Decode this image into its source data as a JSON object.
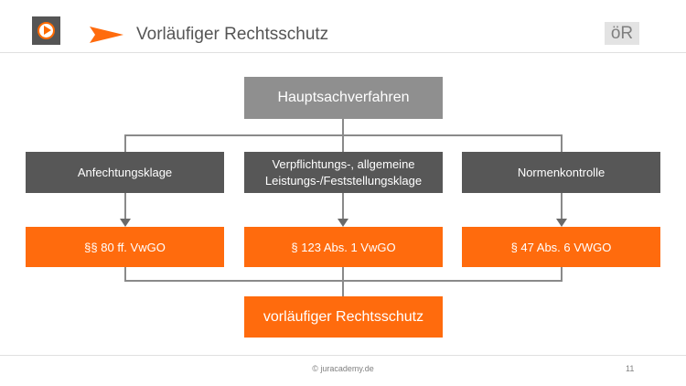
{
  "header": {
    "title": "Vorläufiger Rechtsschutz",
    "badge": "öR"
  },
  "diagram": {
    "root": "Hauptsachverfahren",
    "types": [
      "Anfechtungsklage",
      "Verpflichtungs-, allgemeine\nLeistungs-/Feststellungsklage",
      "Normenkontrolle"
    ],
    "norms": [
      "§§ 80 ff. VwGO",
      "§ 123 Abs. 1 VwGO",
      "§ 47 Abs. 6 VWGO"
    ],
    "result": "vorläufiger Rechtsschutz"
  },
  "footer": {
    "copyright": "© juracademy.de",
    "page": "11"
  },
  "colors": {
    "orange": "#ff6b0d",
    "dark_box": "#575757",
    "light_box": "#8f8f8f",
    "connector": "#8a8a8a"
  }
}
